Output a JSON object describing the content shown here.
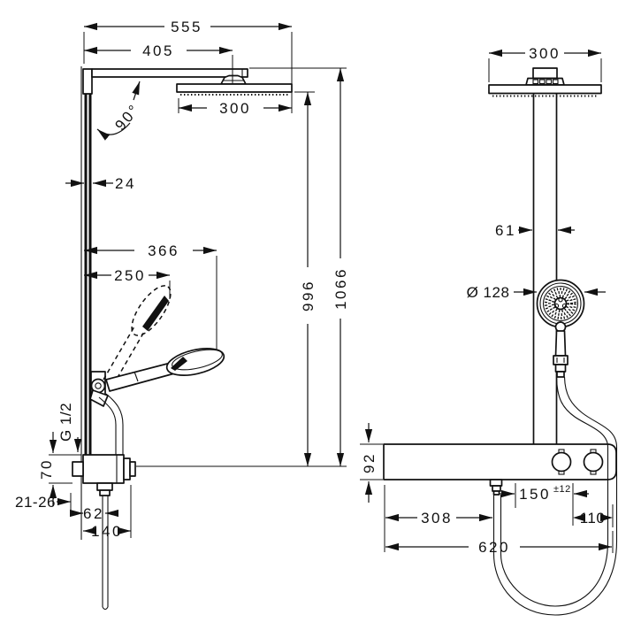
{
  "views": {
    "side": {
      "dims": {
        "overall_width": "555",
        "arm_reach": "405",
        "overhead_width": "300",
        "arm_angle": "90°",
        "column_depth": "24",
        "handshower_reach": "366",
        "handshower_reach_folded": "250",
        "height_to_overhead": "996",
        "overall_height": "1066",
        "thread": "G 1/2",
        "valve_height": "70",
        "wall_distance": "21-26",
        "hose_offset": "62",
        "overall_depth": "140"
      }
    },
    "front": {
      "dims": {
        "overhead_width": "300",
        "column_width": "61",
        "handshower_diameter": "Ø 128",
        "shelf_height": "92",
        "supply_spacing": "150",
        "supply_tolerance": "±12",
        "outlet_offset": "308",
        "knob_offset": "110",
        "shelf_width": "620"
      }
    }
  }
}
